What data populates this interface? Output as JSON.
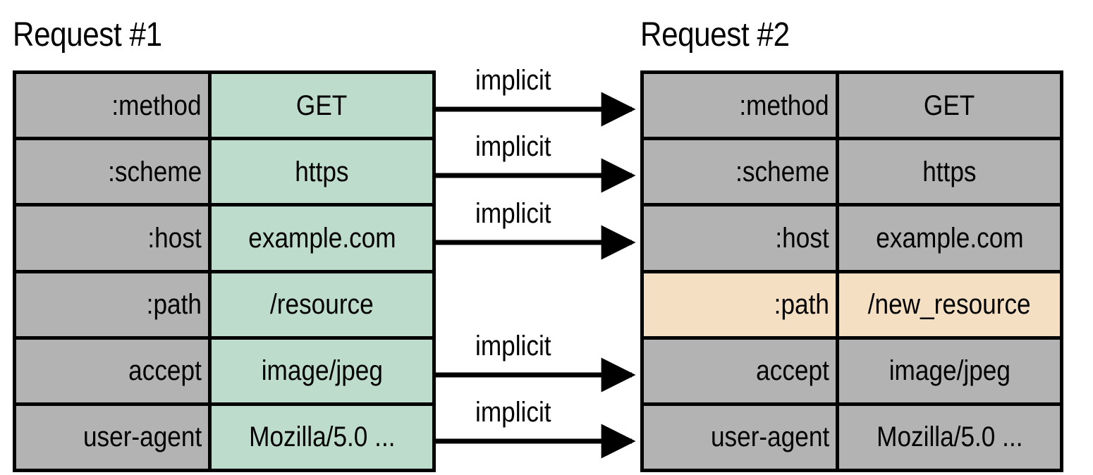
{
  "diagram": {
    "title_left": "Request #1",
    "title_right": "Request #2",
    "arrow_label": "implicit",
    "colors": {
      "header_name_bg": "#b3b3b3",
      "value_sent_bg": "#bedccb",
      "value_changed_bg": "#f5dfc3",
      "border": "#000000",
      "background": "#ffffff"
    }
  },
  "request1": {
    "title": "Request #1",
    "rows": [
      {
        "name": ":method",
        "value": "GET",
        "name_bg": "gray",
        "value_bg": "green",
        "arrow": true
      },
      {
        "name": ":scheme",
        "value": "https",
        "name_bg": "gray",
        "value_bg": "green",
        "arrow": true
      },
      {
        "name": ":host",
        "value": "example.com",
        "name_bg": "gray",
        "value_bg": "green",
        "arrow": true
      },
      {
        "name": ":path",
        "value": "/resource",
        "name_bg": "gray",
        "value_bg": "green",
        "arrow": false
      },
      {
        "name": "accept",
        "value": "image/jpeg",
        "name_bg": "gray",
        "value_bg": "green",
        "arrow": true
      },
      {
        "name": "user-agent",
        "value": "Mozilla/5.0 ...",
        "name_bg": "gray",
        "value_bg": "green",
        "arrow": true
      }
    ]
  },
  "request2": {
    "title": "Request #2",
    "rows": [
      {
        "name": ":method",
        "value": "GET",
        "name_bg": "gray",
        "value_bg": "gray"
      },
      {
        "name": ":scheme",
        "value": "https",
        "name_bg": "gray",
        "value_bg": "gray"
      },
      {
        "name": ":host",
        "value": "example.com",
        "name_bg": "gray",
        "value_bg": "gray"
      },
      {
        "name": ":path",
        "value": "/new_resource",
        "name_bg": "peach",
        "value_bg": "peach"
      },
      {
        "name": "accept",
        "value": "image/jpeg",
        "name_bg": "gray",
        "value_bg": "gray"
      },
      {
        "name": "user-agent",
        "value": "Mozilla/5.0 ...",
        "name_bg": "gray",
        "value_bg": "gray"
      }
    ]
  },
  "arrows": [
    {
      "label": "implicit",
      "from_row": 0,
      "to_row": 0
    },
    {
      "label": "implicit",
      "from_row": 1,
      "to_row": 1
    },
    {
      "label": "implicit",
      "from_row": 2,
      "to_row": 2
    },
    {
      "label": "implicit",
      "from_row": 4,
      "to_row": 4
    },
    {
      "label": "implicit",
      "from_row": 5,
      "to_row": 5
    }
  ]
}
